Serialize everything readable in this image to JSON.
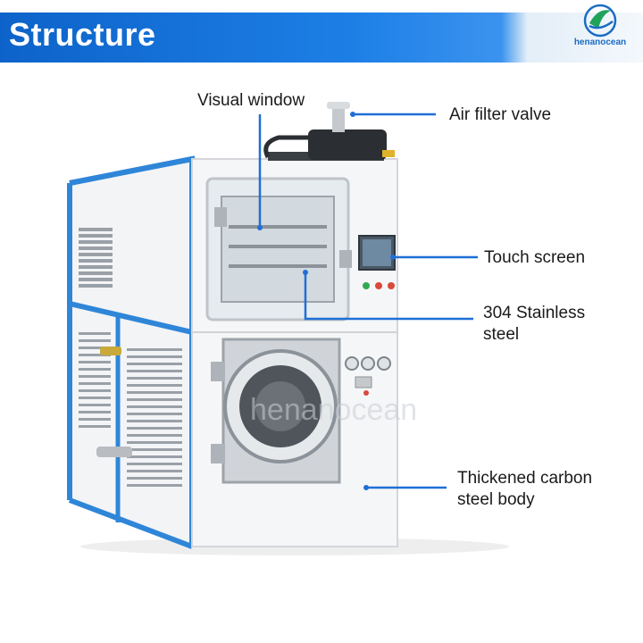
{
  "header": {
    "title": "Structure",
    "brand": "henanocean"
  },
  "watermark": "henanocean",
  "callouts": {
    "visual_window": "Visual window",
    "air_filter_valve": "Air filter valve",
    "touch_screen": "Touch screen",
    "stainless_steel_line1": "304 Stainless",
    "stainless_steel_line2": "steel",
    "carbon_steel_line1": "Thickened carbon",
    "carbon_steel_line2": "steel body"
  },
  "colors": {
    "banner": "#1d7fe6",
    "callout_line": "#1f6fd6",
    "frame_blue": "#2f86d8"
  },
  "icons": [
    "logo-icon",
    "air-filter-valve-icon",
    "gauge-icon"
  ]
}
